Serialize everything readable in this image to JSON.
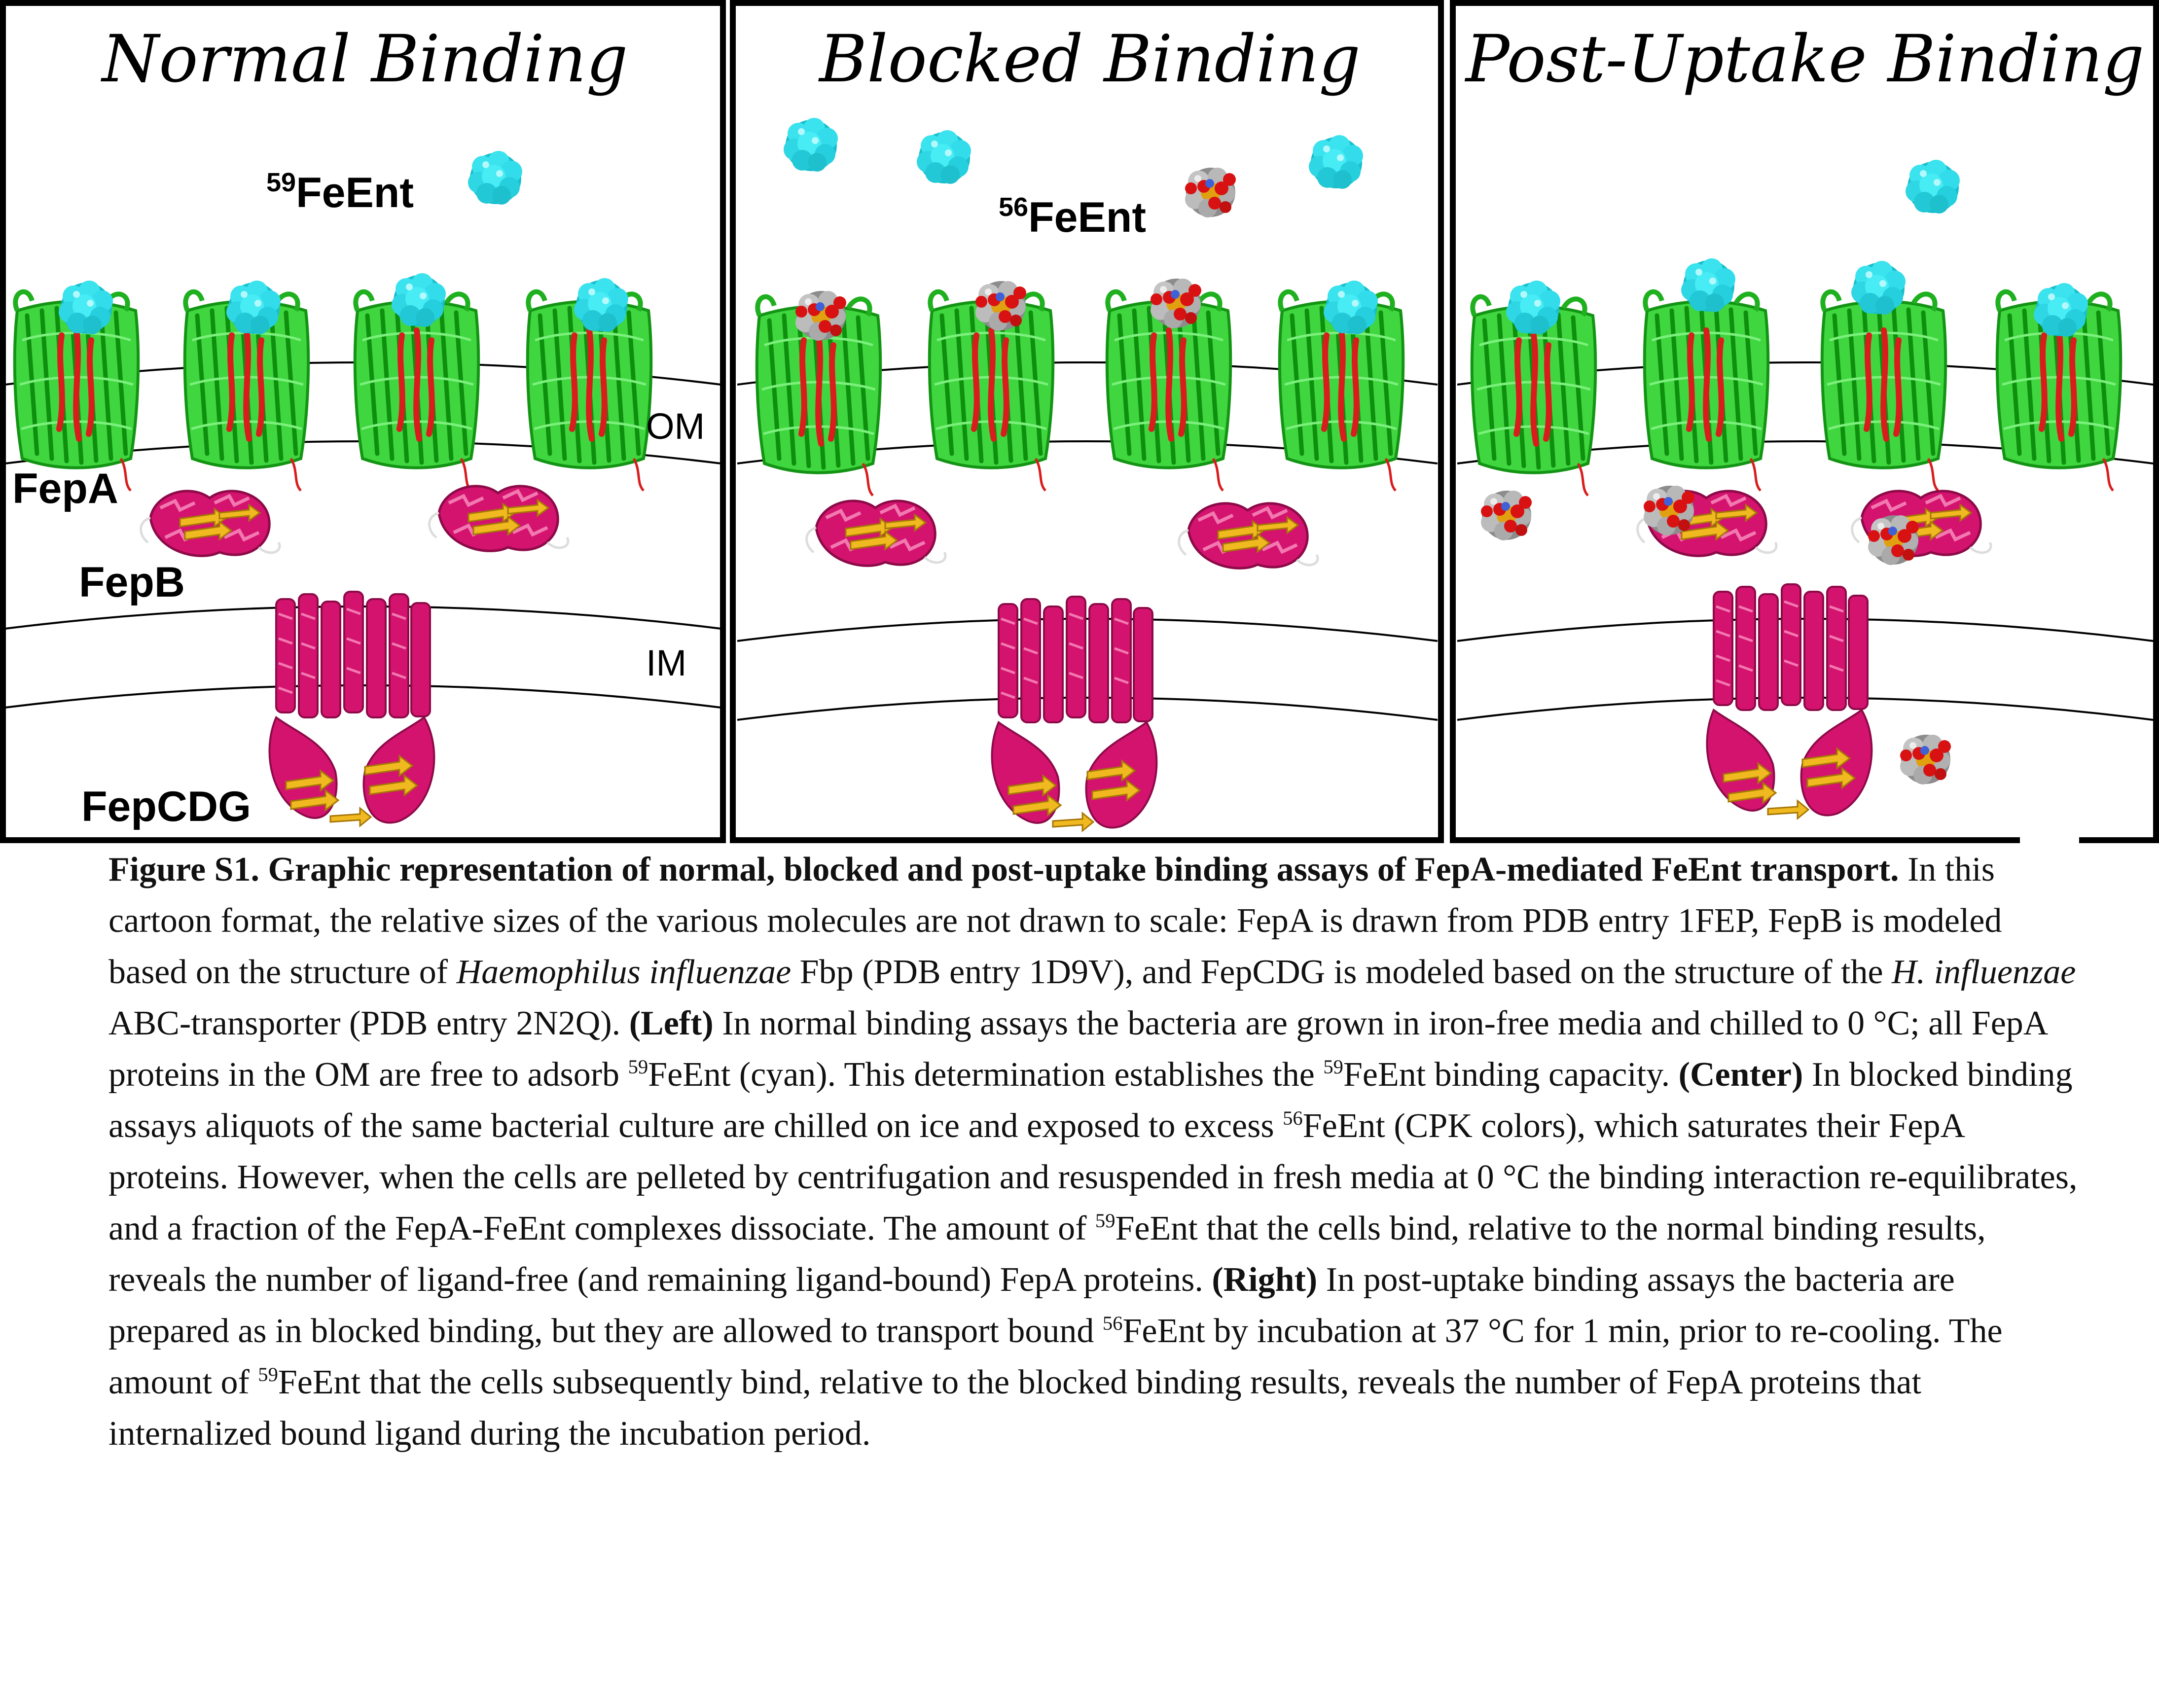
{
  "panels": [
    {
      "title": "Normal Binding"
    },
    {
      "title": "Blocked Binding"
    },
    {
      "title": "Post-Uptake Binding"
    }
  ],
  "labels": {
    "ligand_59": {
      "sup": "59",
      "text": "FeEnt"
    },
    "ligand_56": {
      "sup": "56",
      "text": "FeEnt"
    },
    "om": "OM",
    "im": "IM",
    "fepa": "FepA",
    "fepb": "FepB",
    "fepcdg": "FepCDG"
  },
  "colors": {
    "fepa_barrel": "#1fc91f",
    "fepa_plug": "#d91d1d",
    "fepb_helix": "#d4136f",
    "fepb_sheet": "#f0b91f",
    "ligand_59": "#22d3e0",
    "ligand_56_carbon": "#a8a8a8",
    "ligand_56_oxygen": "#d81212",
    "ligand_56_iron": "#e0a010",
    "ligand_56_nitrogen": "#4060d8",
    "frame": "#000000"
  },
  "caption": {
    "heading": "Figure S1.  Graphic representation of normal, blocked and post-uptake binding assays of FepA-mediated FeEnt transport.",
    "s1": "  In this cartoon format, the relative sizes of the various molecules are not drawn to scale: FepA is drawn from PDB entry 1FEP, FepB is modeled based on the structure of ",
    "i1": "Haemophilus influenzae",
    "s2": " Fbp (PDB entry 1D9V), and FepCDG is modeled based on the structure of the ",
    "i2": "H. influenzae",
    "s3": " ABC-transporter (PDB entry 2N2Q).   ",
    "b_left": "(Left)",
    "s4": " In normal binding assays the bacteria are grown in iron-free media and chilled to 0 °C;  all FepA proteins in the OM are free to adsorb ",
    "sup59": "59",
    "s5": "FeEnt (cyan).  This determination establishes the ",
    "s6": "FeEnt binding capacity.  ",
    "b_center": "(Center)",
    "s7": "  In blocked binding assays aliquots of the same bacterial culture are chilled on ice and exposed to excess ",
    "sup56": "56",
    "s8": "FeEnt (CPK colors), which saturates their FepA proteins.  However, when the cells are pelleted by centrifugation and resuspended in fresh media at 0 °C the binding interaction re-equilibrates, and a fraction of the FepA-FeEnt complexes dissociate.  The amount of ",
    "s9": "FeEnt that the cells bind, relative to the normal binding results, reveals the number of ligand-free (and remaining ligand-bound) FepA proteins.  ",
    "b_right": "(Right)",
    "s10": " In post-uptake binding assays the bacteria are prepared as in blocked binding, but they are allowed to transport bound ",
    "s11": "FeEnt by incubation at 37 °C for 1 min, prior to re-cooling. The amount of ",
    "s12": "FeEnt that the cells subsequently bind, relative to the blocked binding results, reveals the number of FepA proteins that internalized bound ligand during the incubation period."
  }
}
